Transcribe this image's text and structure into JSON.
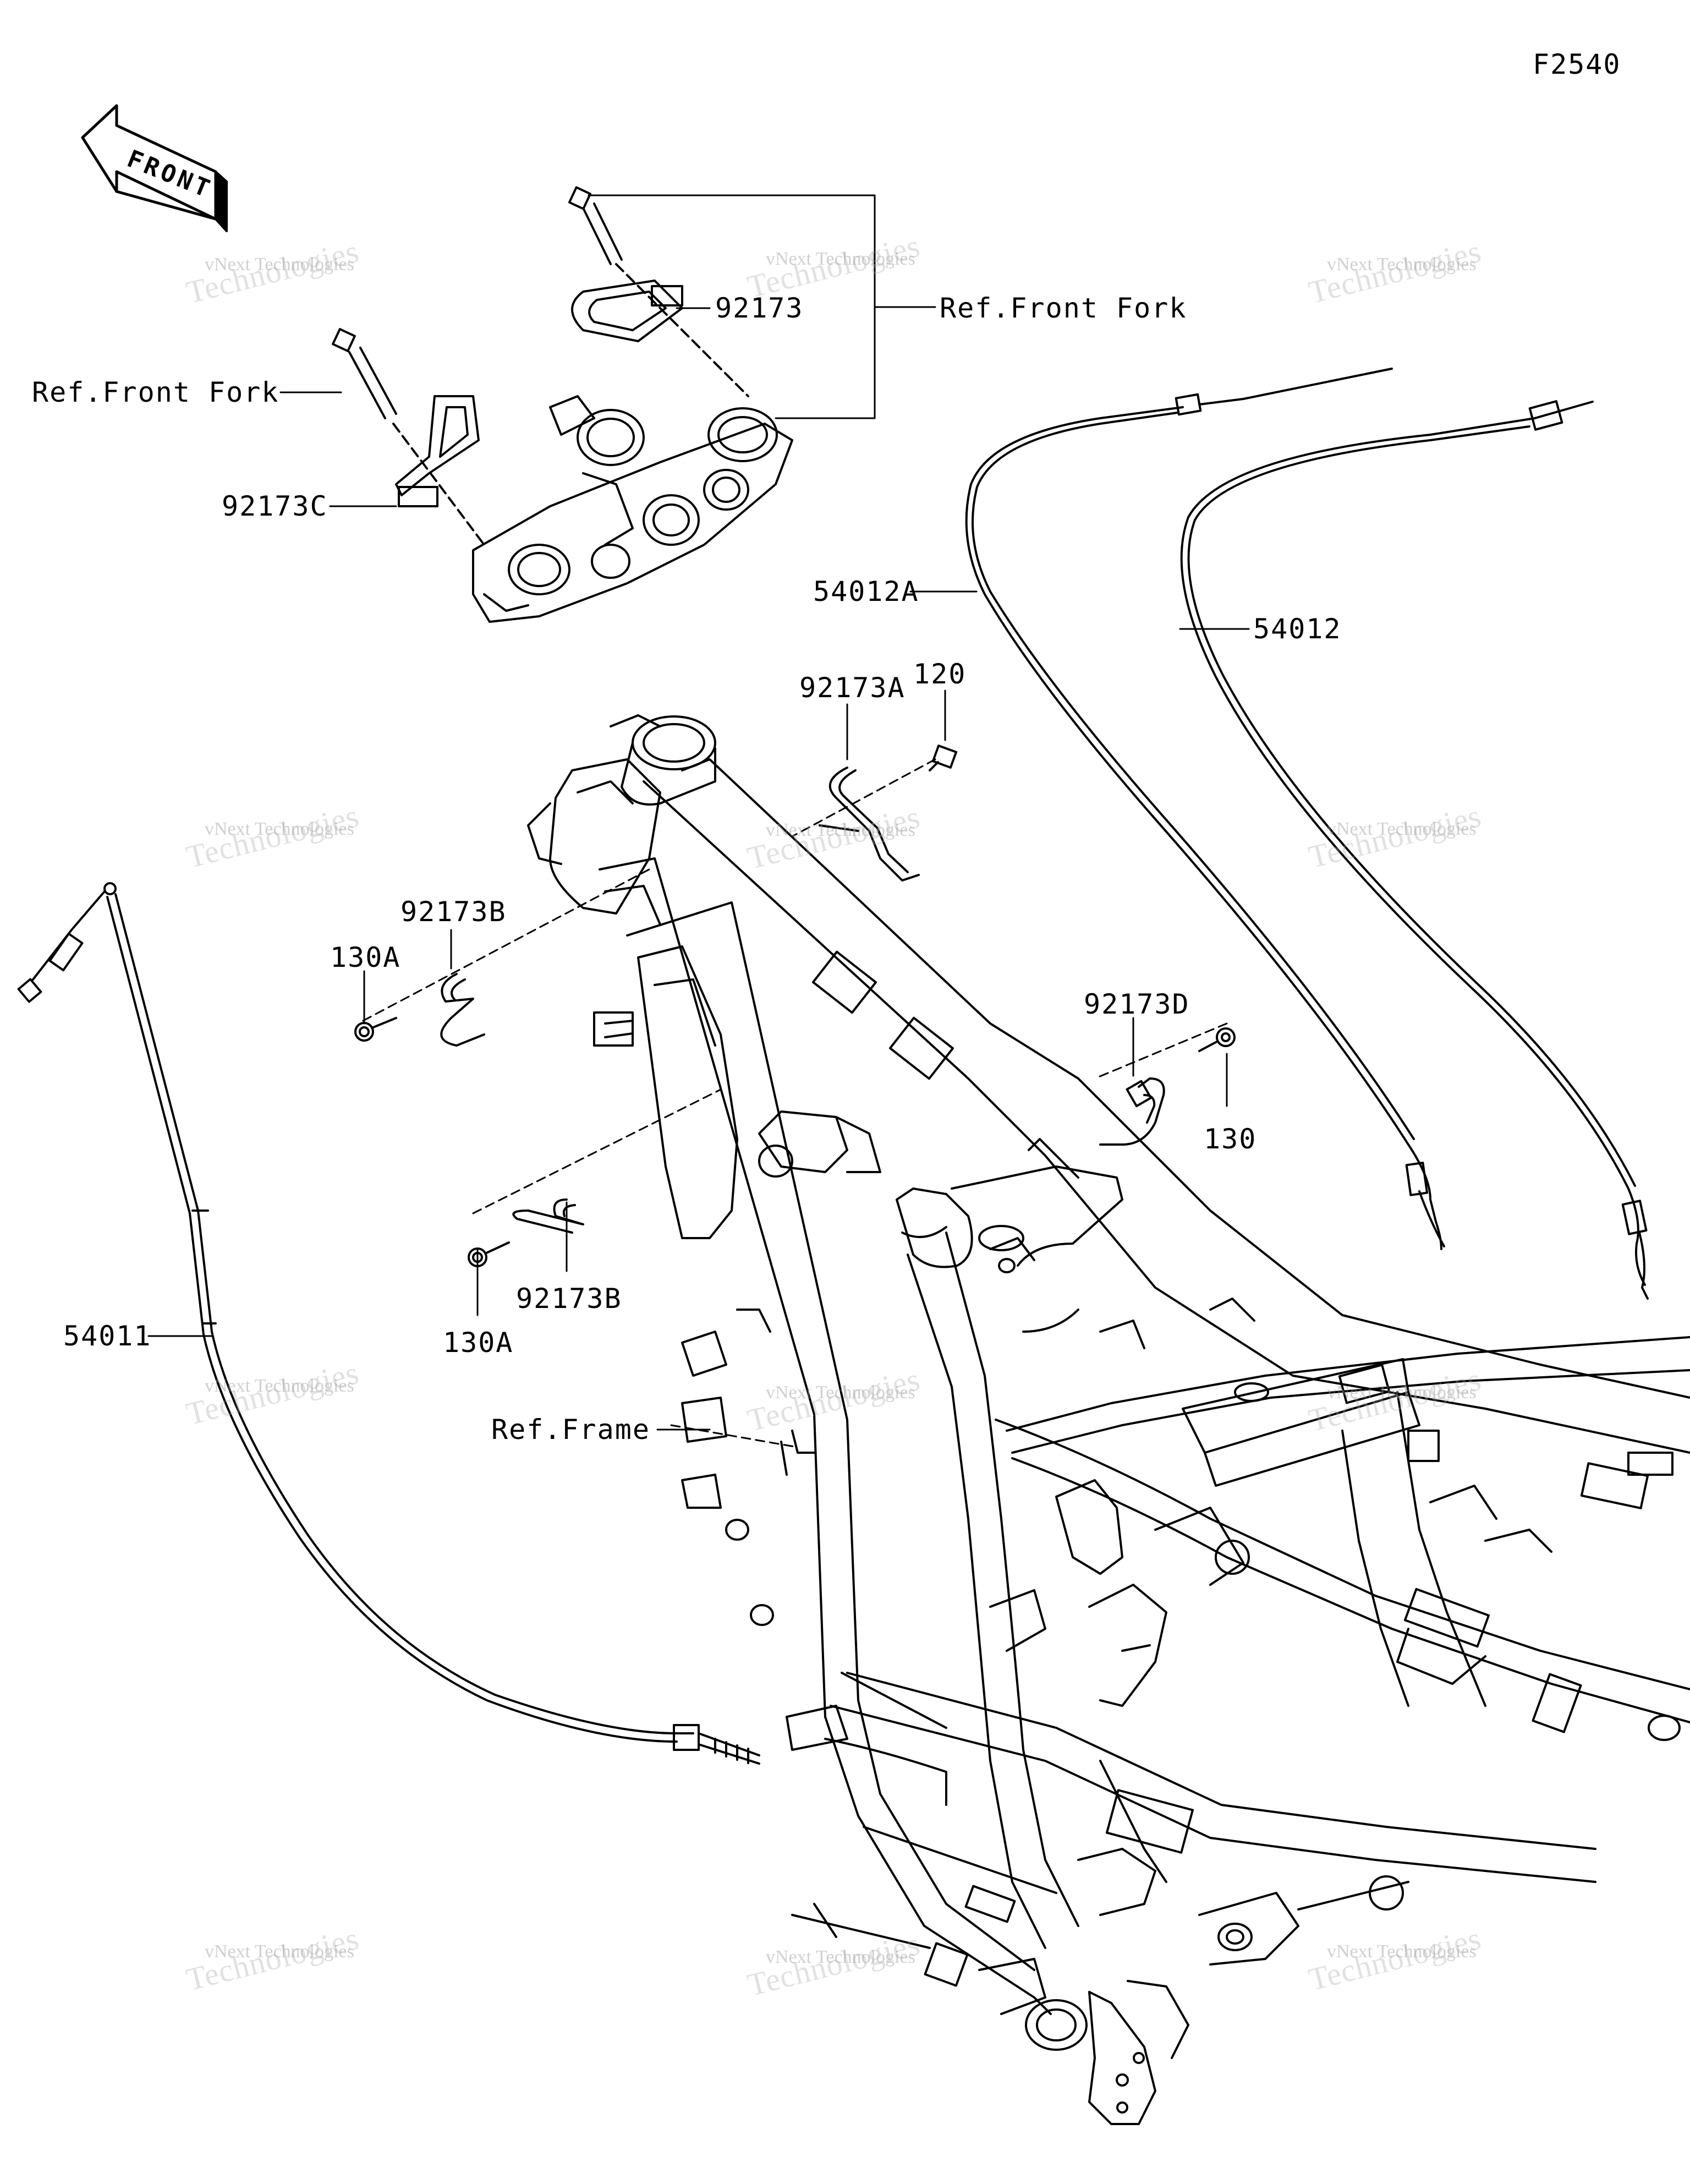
{
  "diagram_code": "F2540",
  "front_arrow_text": "FRONT",
  "callouts": {
    "p92173": "92173",
    "ref_front_fork_top": "Ref.Front Fork",
    "ref_front_fork_left": "Ref.Front Fork",
    "p92173C": "92173C",
    "p54012A": "54012A",
    "p54012": "54012",
    "p92173A": "92173A",
    "p120": "120",
    "p92173B_top": "92173B",
    "p130A_top": "130A",
    "p92173D": "92173D",
    "p130": "130",
    "p92173B_bottom": "92173B",
    "p130A_bottom": "130A",
    "p54011": "54011",
    "ref_frame": "Ref.Frame"
  },
  "watermark": {
    "line1": "vNext Technologies",
    "line2": "Technologies",
    "line3": "vNext"
  }
}
